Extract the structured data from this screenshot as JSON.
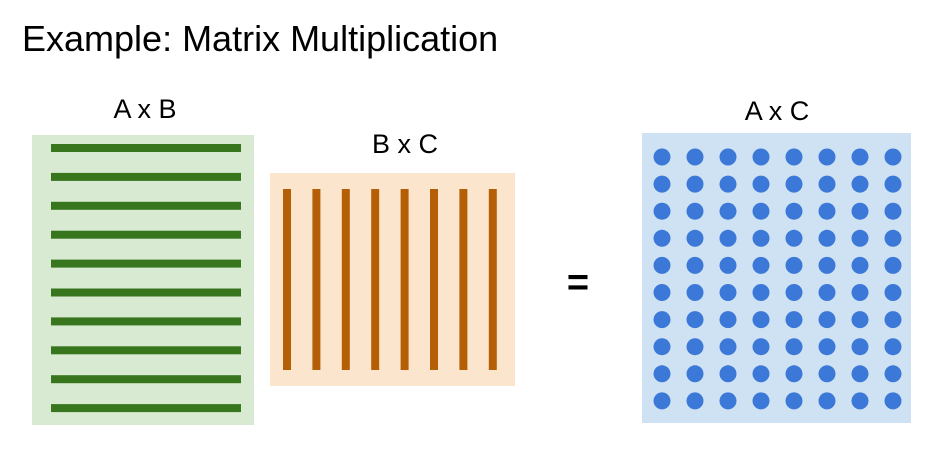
{
  "title": "Example: Matrix Multiplication",
  "matrices": {
    "left": {
      "label": "A x B",
      "rows": 10,
      "fill": "#d9ead3",
      "mark": "#38761d"
    },
    "middle": {
      "label": "B x C",
      "cols": 8,
      "fill": "#fce5cd",
      "mark": "#b45f06"
    },
    "result": {
      "label": "A x C",
      "rows": 10,
      "cols": 8,
      "fill": "#cfe2f3",
      "mark": "#3c78d8"
    }
  },
  "equals": "="
}
